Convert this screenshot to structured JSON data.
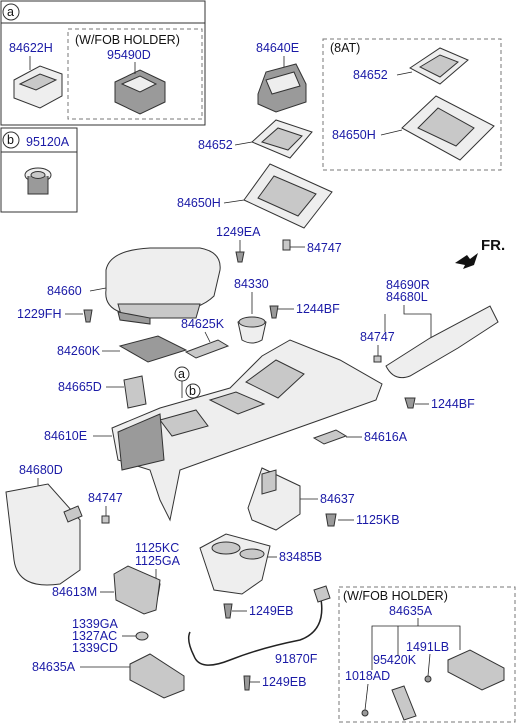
{
  "inset_a": {
    "marker": "a",
    "sublabel": "(W/FOB HOLDER)",
    "parts": [
      "84622H",
      "95490D"
    ]
  },
  "inset_b": {
    "marker": "b",
    "parts": [
      "95120A"
    ]
  },
  "inset_8at": {
    "label": "(8AT)",
    "parts": [
      "84652",
      "84650H"
    ]
  },
  "inset_fob": {
    "label": "(W/FOB HOLDER)",
    "parts": [
      "84635A",
      "1491LB",
      "95420K",
      "1018AD"
    ]
  },
  "direction": {
    "label": "FR."
  },
  "callouts": {
    "a": "a",
    "b": "b"
  },
  "parts": [
    "84640E",
    "84652",
    "84650H",
    "1249EA",
    "84747",
    "84660",
    "84330",
    "1244BF",
    "1229FH",
    "84625K",
    "84260K",
    "84690R",
    "84680L",
    "84747",
    "84665D",
    "1244BF",
    "84610E",
    "84616A",
    "84680D",
    "84747",
    "84637",
    "1125KB",
    "1125KC",
    "1125GA",
    "83485B",
    "84613M",
    "1249EB",
    "1339GA",
    "1327AC",
    "1339CD",
    "91870F",
    "84635A",
    "1249EB"
  ],
  "colors": {
    "part_number": "#1a1aa6",
    "line": "#222222",
    "dashed_box": "#777777"
  }
}
